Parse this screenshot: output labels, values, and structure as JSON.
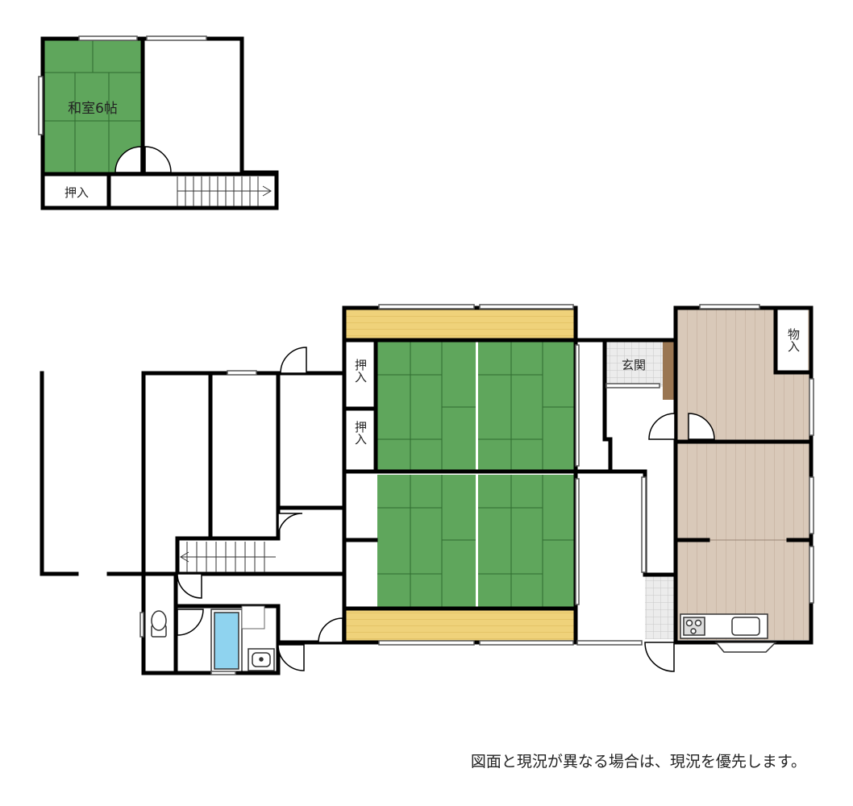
{
  "rooms": {
    "upper_washitsu": "和室6帖",
    "upper_oshiire": "押入",
    "oshiire_top": "押入",
    "oshiire_mid": "押入",
    "genkan": "玄関",
    "monoire": "物入"
  },
  "note": "図面と現況が異なる場合は、現況を優先します。",
  "colors": {
    "wall": "#000000",
    "tatami": "#5fa65c",
    "tatami_line": "#2f6b2f",
    "engawa": "#efd27a",
    "flooring": "#d8c8b8",
    "tile": "#e8e8e8",
    "bath": "#8fd3ef",
    "shoe_cabinet": "#9a7652"
  }
}
